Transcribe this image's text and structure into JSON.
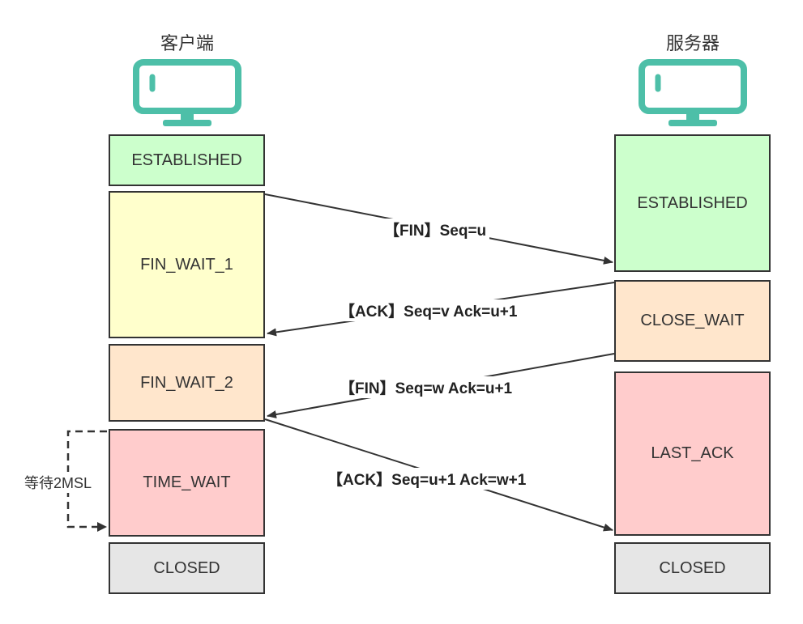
{
  "client": {
    "title": "客户端",
    "states": {
      "established": "ESTABLISHED",
      "fin_wait_1": "FIN_WAIT_1",
      "fin_wait_2": "FIN_WAIT_2",
      "time_wait": "TIME_WAIT",
      "closed": "CLOSED"
    },
    "wait_label": "等待2MSL",
    "icon": "monitor-icon"
  },
  "server": {
    "title": "服务器",
    "states": {
      "established": "ESTABLISHED",
      "close_wait": "CLOSE_WAIT",
      "last_ack": "LAST_ACK",
      "closed": "CLOSED"
    },
    "icon": "monitor-icon"
  },
  "messages": {
    "fin1": "【FIN】Seq=u",
    "ack1": "【ACK】Seq=v Ack=u+1",
    "fin2": "【FIN】Seq=w Ack=u+1",
    "ack2": "【ACK】Seq=u+1 Ack=w+1"
  },
  "colors": {
    "icon": "#4dbfa8",
    "established": "#ccffcc",
    "fin_wait_1": "#ffffcc",
    "fin_wait_2": "#ffe6cc",
    "time_wait": "#ffcccc",
    "closed": "#e6e6e6",
    "line": "#333333"
  }
}
